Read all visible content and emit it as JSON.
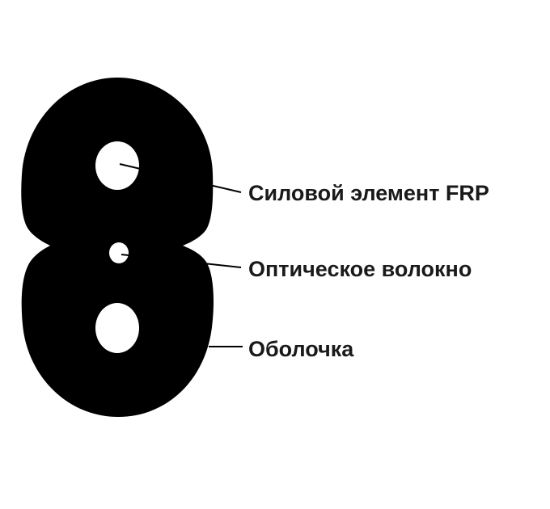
{
  "diagram": {
    "colors": {
      "cable_body": "#000000",
      "holes": "#ffffff",
      "leader_lines": "#000000",
      "text": "#1a1a1a",
      "background": "#ffffff"
    },
    "labels": {
      "strength_member": "Силовой элемент FRP",
      "optical_fiber": "Оптическое волокно",
      "sheath": "Оболочка"
    }
  }
}
